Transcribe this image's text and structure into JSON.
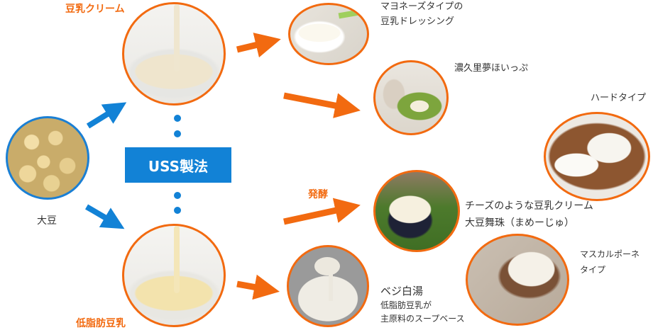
{
  "colors": {
    "orange": "#f26a10",
    "blue": "#1282d6",
    "text_dark": "#333333"
  },
  "source": {
    "label": "大豆",
    "image": "soybeans"
  },
  "process": {
    "label": "USS製法"
  },
  "intermediates": [
    {
      "label": "豆乳クリーム",
      "image": "soy-cream-pouring"
    },
    {
      "label": "低脂肪豆乳",
      "image": "low-fat-soymilk-pouring"
    }
  ],
  "fermentation_label": "発酵",
  "products": [
    {
      "lines": [
        "マヨネーズタイプの",
        "豆乳ドレッシング"
      ],
      "image": "dressing-bowl"
    },
    {
      "lines": [
        "濃久里夢ほいっぷ"
      ],
      "image": "matcha-roll-cake"
    },
    {
      "lines": [
        "ハードタイプ"
      ],
      "image": "hard-cheese-board"
    },
    {
      "lines": [
        "チーズのような豆乳クリーム",
        "大豆舞珠（まめーじゅ）"
      ],
      "image": "cheese-like-cream-cup"
    },
    {
      "lines": [
        "マスカルポーネ",
        "タイプ"
      ],
      "image": "mascarpone-bowl"
    },
    {
      "lines": [
        "ベジ白湯",
        "低脂肪豆乳が",
        "主原料のスープベース"
      ],
      "image": "veggie-broth-pot"
    }
  ]
}
